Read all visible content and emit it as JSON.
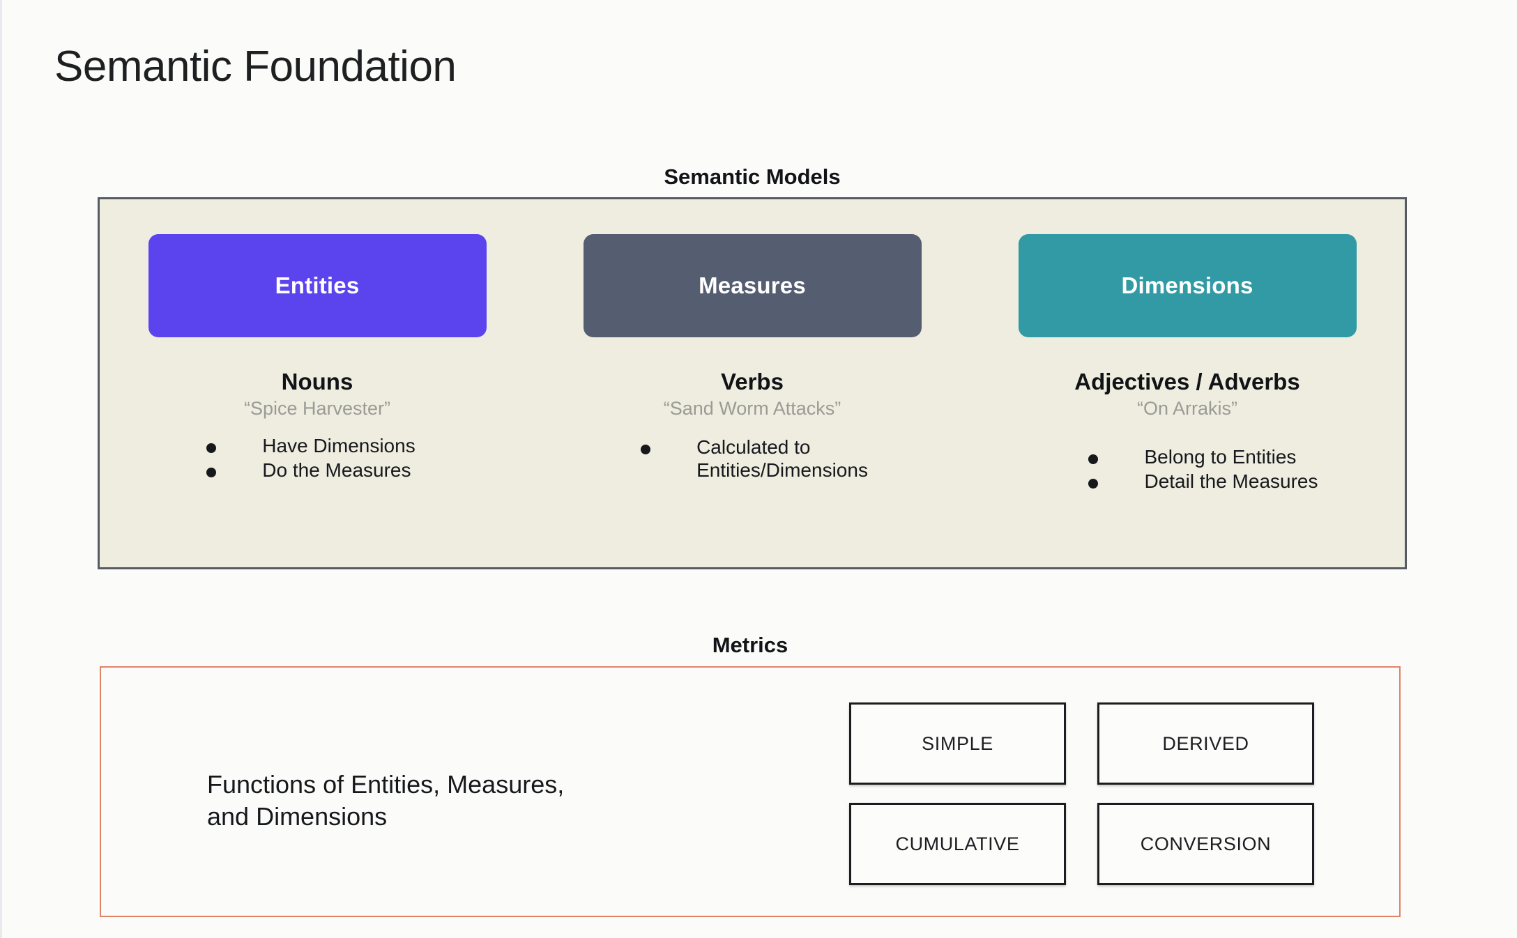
{
  "slide": {
    "title": "Semantic Foundation",
    "background_color": "#FBFCFA"
  },
  "semantic_models": {
    "header": "Semantic Models",
    "panel_background": "#EFEDE0",
    "panel_border_color": "#555A63",
    "columns": [
      {
        "chip_label": "Entities",
        "chip_color": "#5B44EE",
        "part_of_speech": "Nouns",
        "example": "“Spice Harvester”",
        "bullets": [
          "Have Dimensions",
          "Do the Measures"
        ]
      },
      {
        "chip_label": "Measures",
        "chip_color": "#555D70",
        "part_of_speech": "Verbs",
        "example": "“Sand Worm Attacks”",
        "bullets": [
          "Calculated to\nEntities/Dimensions"
        ]
      },
      {
        "chip_label": "Dimensions",
        "chip_color": "#319AA5",
        "part_of_speech": "Adjectives / Adverbs",
        "example": "“On Arrakis”",
        "bullets": [
          "Belong to Entities",
          "Detail the Measures"
        ]
      }
    ]
  },
  "metrics": {
    "header": "Metrics",
    "panel_border_color": "#E0836A",
    "description": "Functions of Entities, Measures,\nand Dimensions",
    "boxes": [
      "SIMPLE",
      "DERIVED",
      "CUMULATIVE",
      "CONVERSION"
    ]
  }
}
